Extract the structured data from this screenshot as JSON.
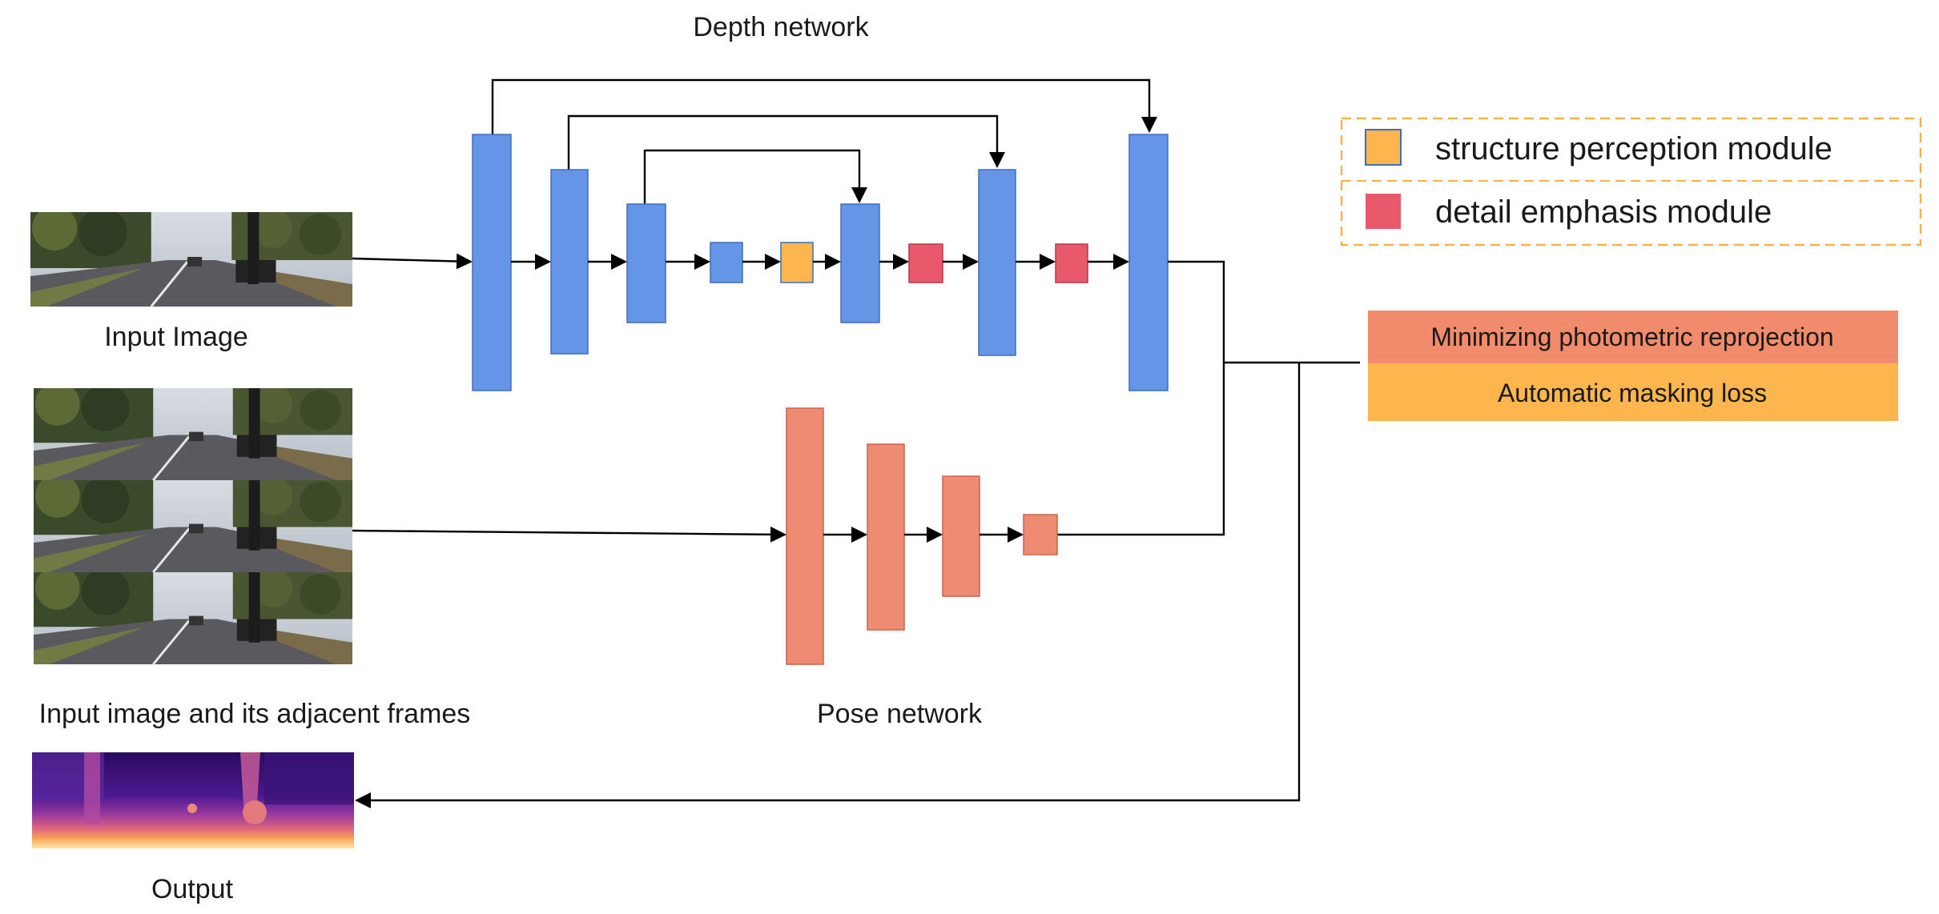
{
  "labels": {
    "depth_network": "Depth network",
    "pose_network": "Pose network",
    "input_image": "Input Image",
    "input_adjacent": "Input image and its adjacent frames",
    "output": "Output"
  },
  "legend": {
    "structure": "structure perception module",
    "detail": "detail emphasis module"
  },
  "loss": {
    "top": "Minimizing photometric reprojection",
    "bottom": "Automatic masking loss"
  },
  "colors": {
    "encoder_block": "#6495e6",
    "pose_block": "#ef8b72",
    "structure_module": "#fdb54d",
    "detail_module": "#e85a6b",
    "loss_top": "#f08b6b",
    "loss_bottom": "#fdb54d",
    "legend_border": "#f5b24b"
  }
}
